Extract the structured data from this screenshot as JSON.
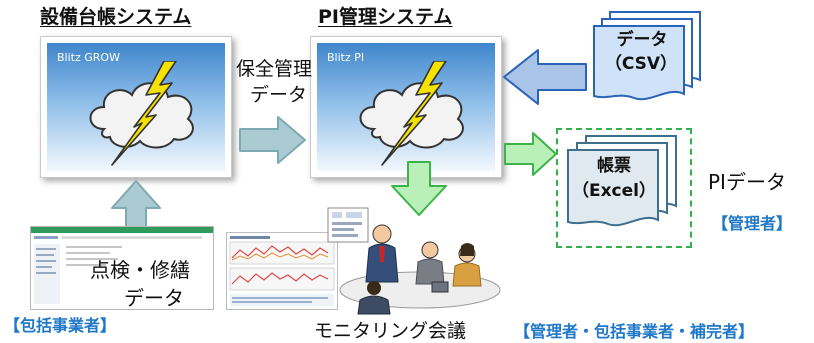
{
  "asset_system": {
    "title": "設備台帳システム",
    "product": "Blitz GROW"
  },
  "pi_system": {
    "title": "PI管理システム",
    "product": "Blitz PI"
  },
  "maintenance_data": {
    "line1": "保全管理",
    "line2": "データ"
  },
  "csv_input": {
    "line1": "データ",
    "line2": "（CSV）"
  },
  "excel_output": {
    "line1": "帳票",
    "line2": "（Excel）"
  },
  "pi_data": {
    "label": "PIデータ",
    "role": "【管理者】"
  },
  "inspection": {
    "line1": "点検・修繕",
    "line2": "データ",
    "role": "【包括事業者】"
  },
  "meeting": {
    "label": "モニタリング会議",
    "roles": "【管理者・包括事業者・補完者】"
  },
  "colors": {
    "flow_arrow": "#a9cbd1",
    "flow_arrow_border": "#7fa9b0",
    "output_arrow": "#b9f0b7",
    "output_arrow_border": "#3cb34b",
    "dashed_frame": "#34b24a",
    "input_arrow": "#a9c4e6",
    "input_arrow_border": "#2a64b8",
    "role_text": "#1f78c8",
    "system_gradient_top": "#3f86cc"
  }
}
